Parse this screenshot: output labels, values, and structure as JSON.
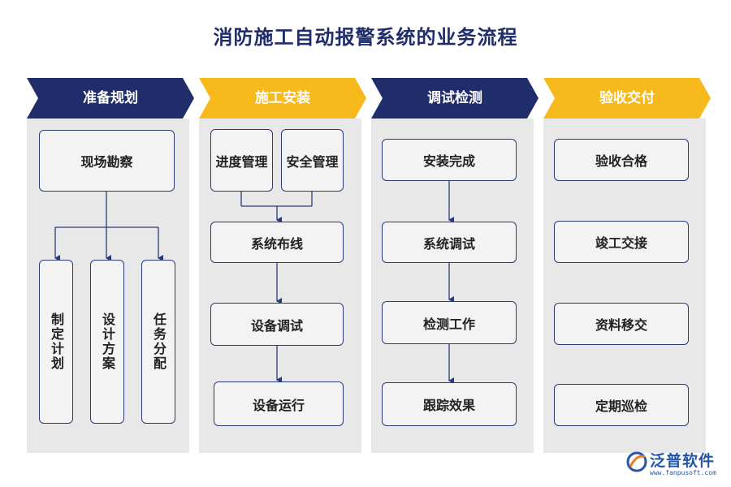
{
  "title": "消防施工自动报警系统的业务流程",
  "colors": {
    "navy": "#1f2d6b",
    "yellow": "#f7b91b",
    "panel": "#e8e8e8",
    "box_border": "#2d3a78",
    "logo": "#2356a8"
  },
  "columns": [
    {
      "header": "准备规划",
      "style": "navy",
      "top_box": "现场勘察",
      "sub_boxes": [
        "制定计划",
        "设计方案",
        "任务分配"
      ]
    },
    {
      "header": "施工安装",
      "style": "yellow",
      "pair": [
        "进度管理",
        "安全管理"
      ],
      "steps": [
        "系统布线",
        "设备调试",
        "设备运行"
      ]
    },
    {
      "header": "调试检测",
      "style": "navy",
      "steps": [
        "安装完成",
        "系统调试",
        "检测工作",
        "跟踪效果"
      ]
    },
    {
      "header": "验收交付",
      "style": "yellow",
      "steps": [
        "验收合格",
        "竣工交接",
        "资料移交",
        "定期巡检"
      ]
    }
  ],
  "logo": {
    "brand": "泛普软件",
    "url": "www.fanpusoft.com",
    "icon": "fanpu-logo-icon"
  }
}
